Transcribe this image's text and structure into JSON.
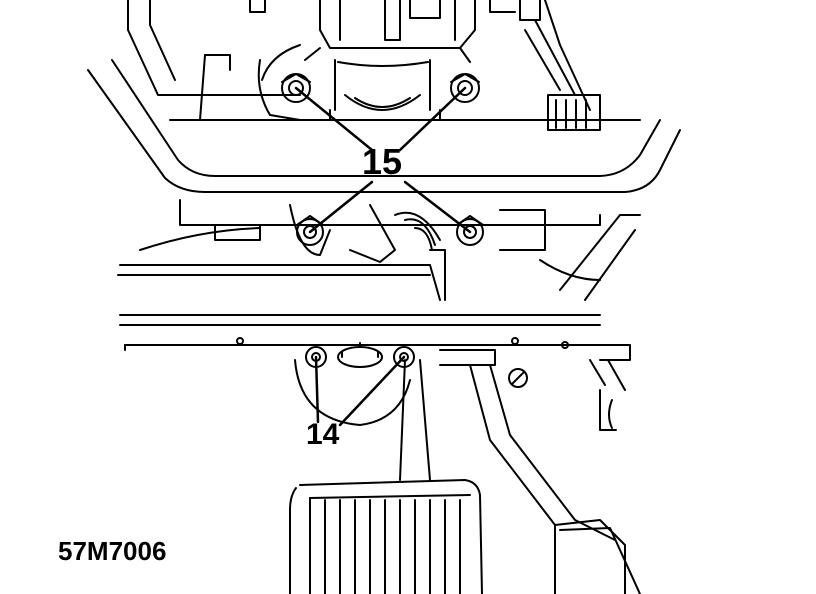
{
  "figure": {
    "callouts": {
      "upper_fasteners": "15",
      "lower_fasteners": "14"
    },
    "reference_code": "57M7006"
  },
  "colors": {
    "ink": "#000000",
    "paper": "#ffffff"
  }
}
